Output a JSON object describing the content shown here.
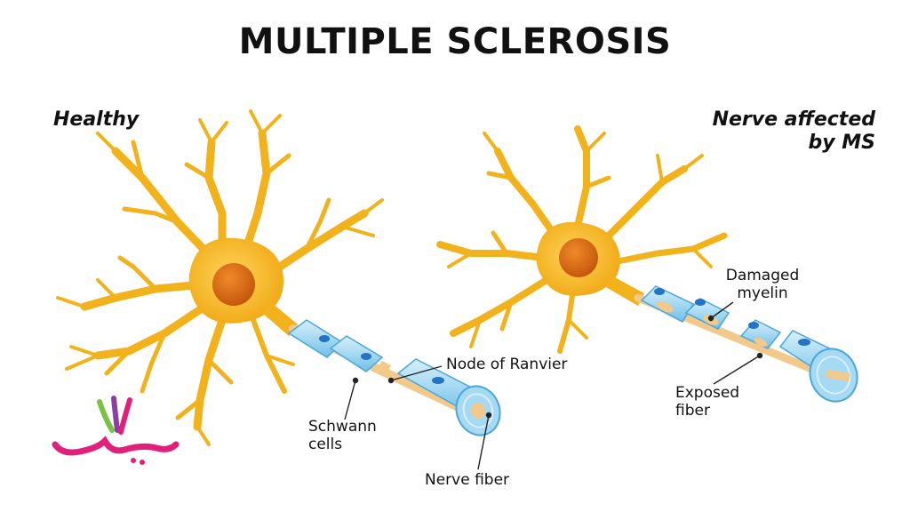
{
  "title": "MULTIPLE SCLEROSIS",
  "healthy_label": "Healthy",
  "affected_label": {
    "line1": "Nerve affected",
    "line2": "by MS"
  },
  "callouts": {
    "node_of_ranvier": "Node of Ranvier",
    "schwann_cells": {
      "line1": "Schwann",
      "line2": "cells"
    },
    "nerve_fiber": "Nerve fiber",
    "damaged_myelin": {
      "line1": "Damaged",
      "line2": "myelin"
    },
    "exposed_fiber": {
      "line1": "Exposed",
      "line2": "fiber"
    }
  },
  "colors": {
    "neuron": "#f2b21c",
    "nucleus": "#d9640f",
    "myelin": "#a6d9f2",
    "myelin_edge": "#4aa6dc",
    "schwann_nucleus": "#2473c4",
    "fiber": "#f2c98a",
    "logo_pink": "#e0207a",
    "logo_green": "#7cc242",
    "logo_purple": "#8a3ea8"
  },
  "icons": [
    "neuron-healthy-icon",
    "neuron-affected-icon",
    "logo-icon"
  ]
}
